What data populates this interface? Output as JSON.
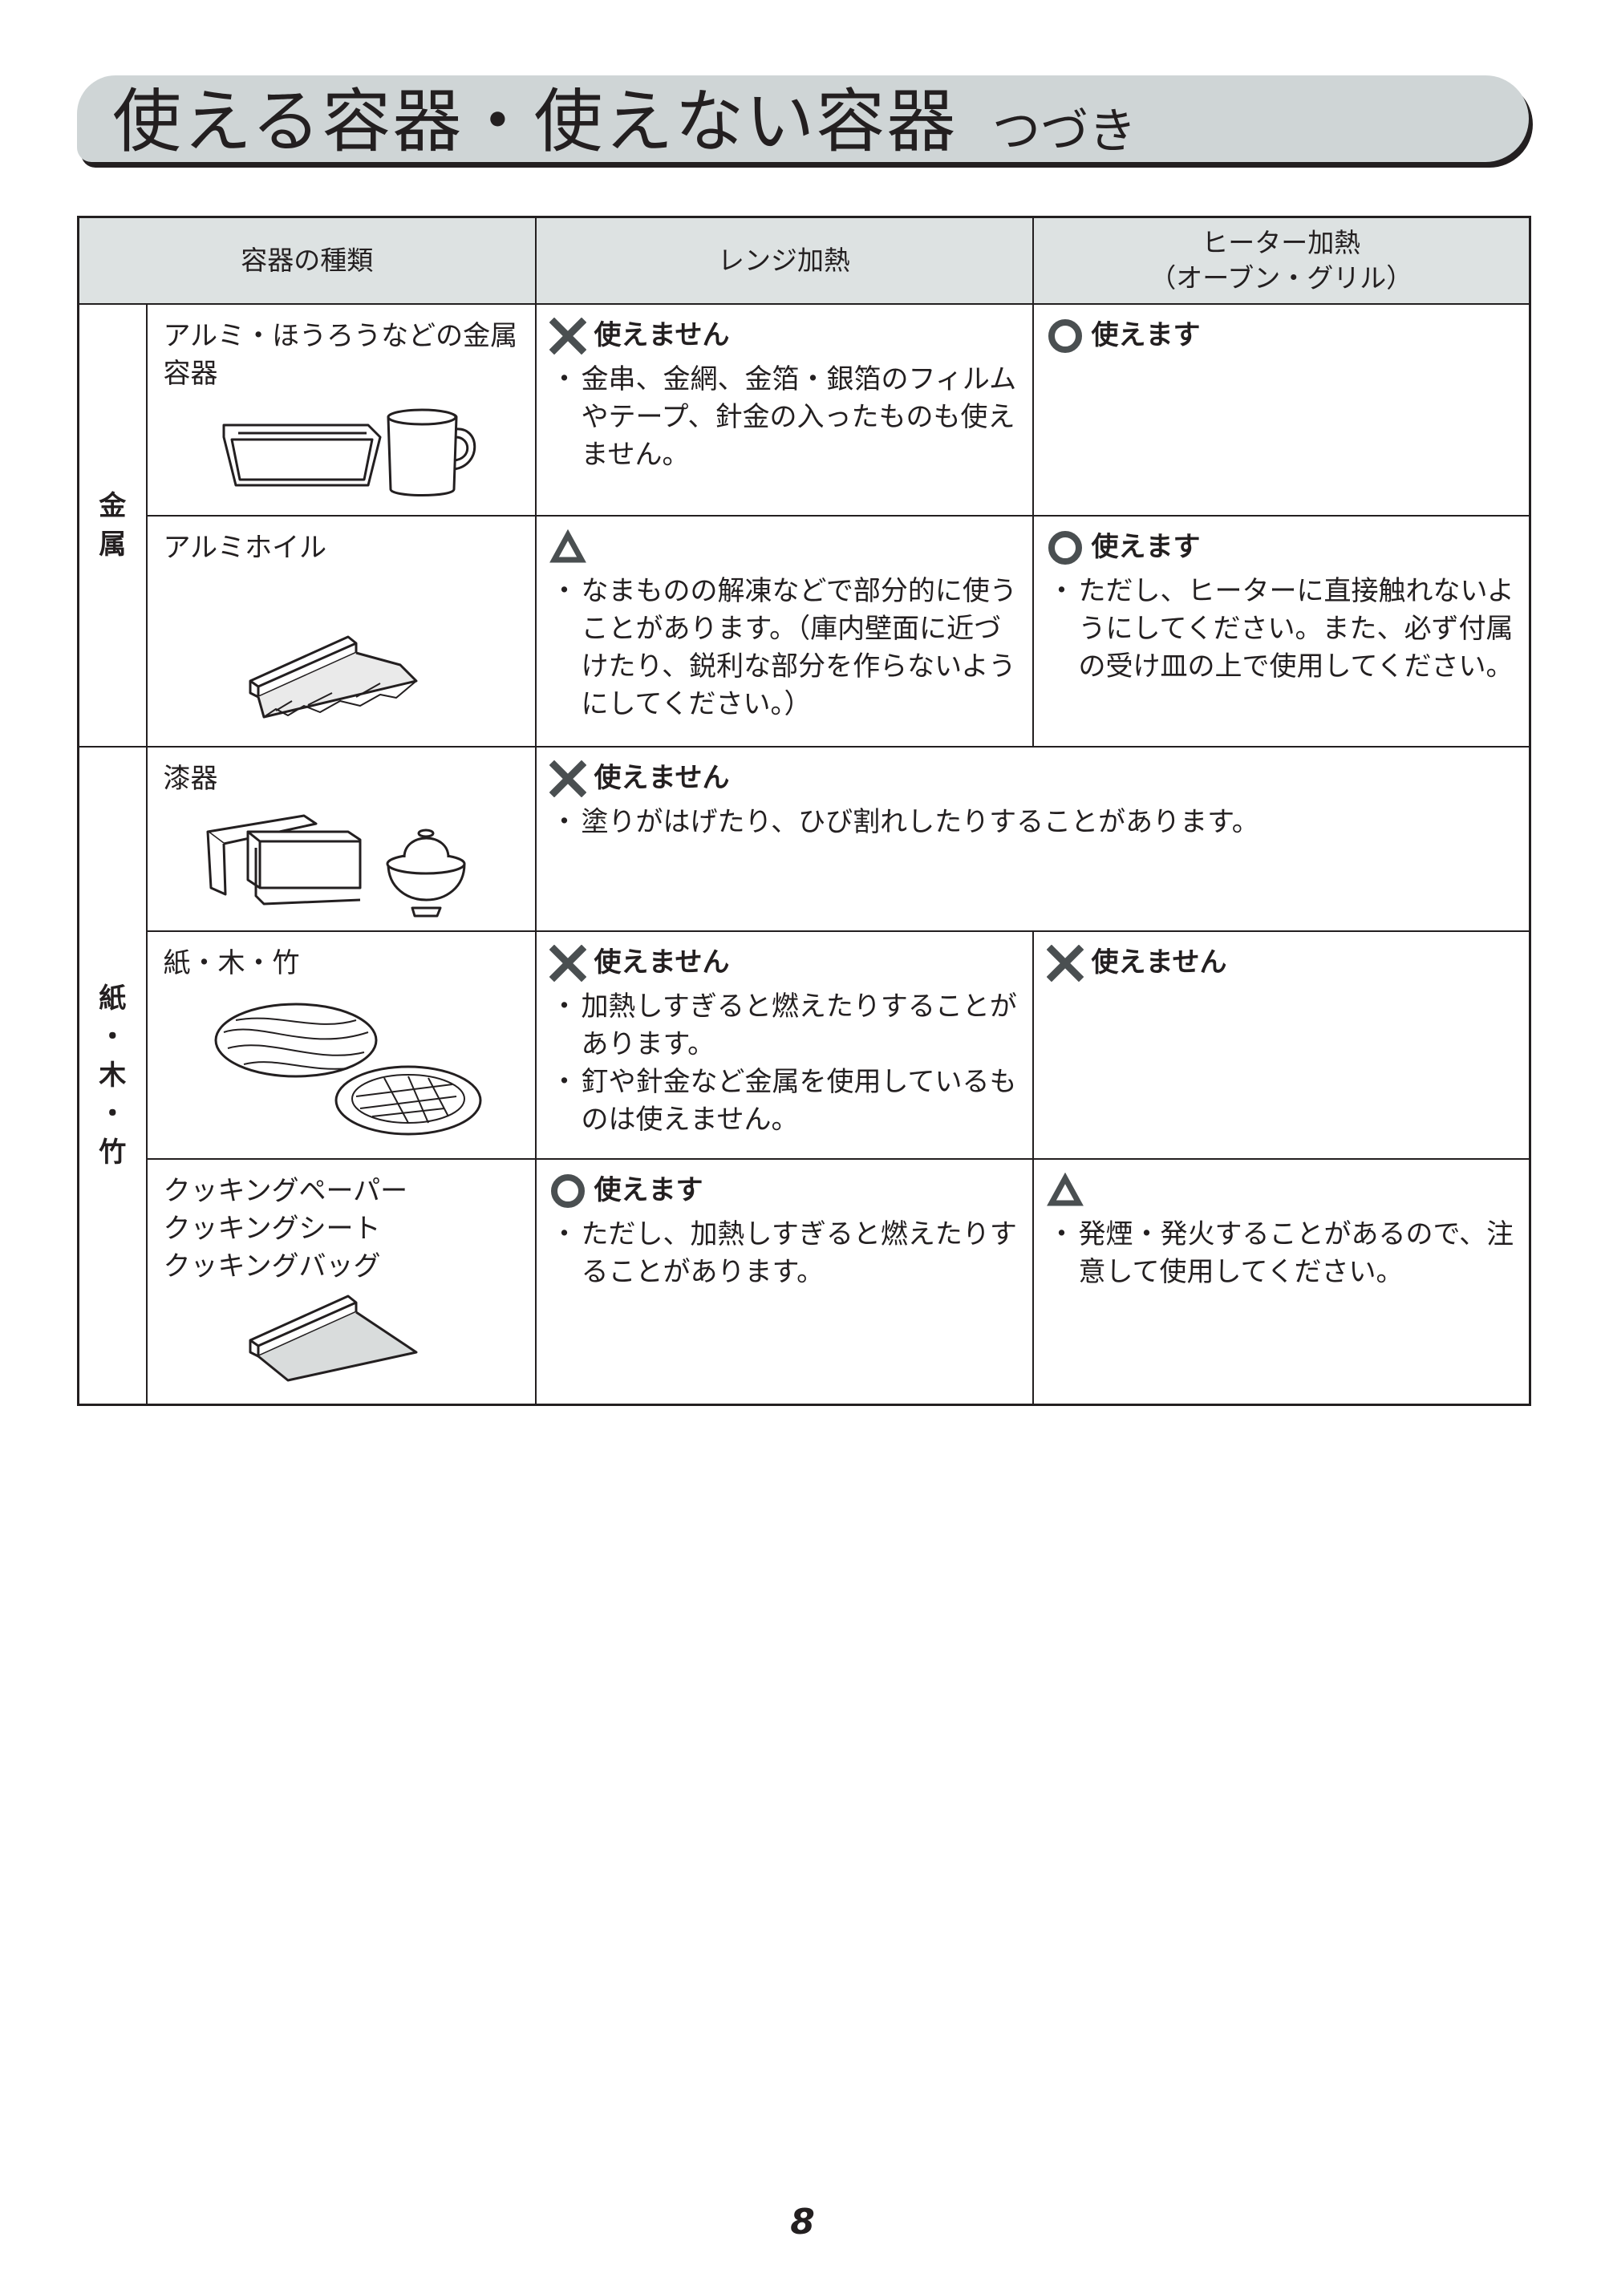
{
  "title": {
    "main": "使える容器・使えない容器",
    "sub": "つづき"
  },
  "headers": {
    "type": "容器の種類",
    "microwave": "レンジ加熱",
    "heater_line1": "ヒーター加熱",
    "heater_line2": "（オーブン・グリル）"
  },
  "categories": {
    "metal_1": "金",
    "metal_2": "属",
    "paper_1": "紙",
    "paper_2": "・",
    "paper_3": "木",
    "paper_4": "・",
    "paper_5": "竹"
  },
  "rows": {
    "aluminum_ware": {
      "name_line1": "アルミ・ほうろうなどの金属",
      "name_line2": "容器",
      "microwave_status": "使えません",
      "microwave_b1_l1": "金串、金網、金箔・銀箔のフィルム",
      "microwave_b1_l2": "やテープ、針金の入ったものも使え",
      "microwave_b1_l3": "ません。",
      "heater_status": "使えます"
    },
    "foil": {
      "name": "アルミホイル",
      "microwave_b1_l1": "なまものの解凍などで部分的に使う",
      "microwave_b1_l2": "ことがあります。（庫内壁面に近づ",
      "microwave_b1_l3": "けたり、鋭利な部分を作らないよう",
      "microwave_b1_l4": "にしてください。）",
      "heater_status": "使えます",
      "heater_b1_l1": "ただし、ヒーターに直接触れないよ",
      "heater_b1_l2": "うにしてください。また、必ず付属",
      "heater_b1_l3": "の受け皿の上で使用してください。"
    },
    "lacquer": {
      "name": "漆器",
      "status": "使えません",
      "b1": "塗りがはげたり、ひび割れしたりすることがあります。"
    },
    "wood": {
      "name": "紙・木・竹",
      "microwave_status": "使えません",
      "microwave_b1_l1": "加熱しすぎると燃えたりすることが",
      "microwave_b1_l2": "あります。",
      "microwave_b2_l1": "釘や針金など金属を使用しているも",
      "microwave_b2_l2": "のは使えません。",
      "heater_status": "使えません"
    },
    "paper": {
      "name_line1": "クッキングペーパー",
      "name_line2": "クッキングシート",
      "name_line3": "クッキングバッグ",
      "microwave_status": "使えます",
      "microwave_b1_l1": "ただし、加熱しすぎると燃えたりす",
      "microwave_b1_l2": "ることがあります。",
      "heater_b1_l1": "発煙・発火することがあるので、注",
      "heater_b1_l2": "意して使用してください。"
    }
  },
  "page_number": "8",
  "colors": {
    "title_bg": "#cfd5d6",
    "header_bg": "#dde2e2",
    "symbol": "#4a4f51",
    "text": "#231f20"
  },
  "icons": {
    "cannot": "cross-icon",
    "can": "circle-icon",
    "caution": "triangle-icon"
  }
}
